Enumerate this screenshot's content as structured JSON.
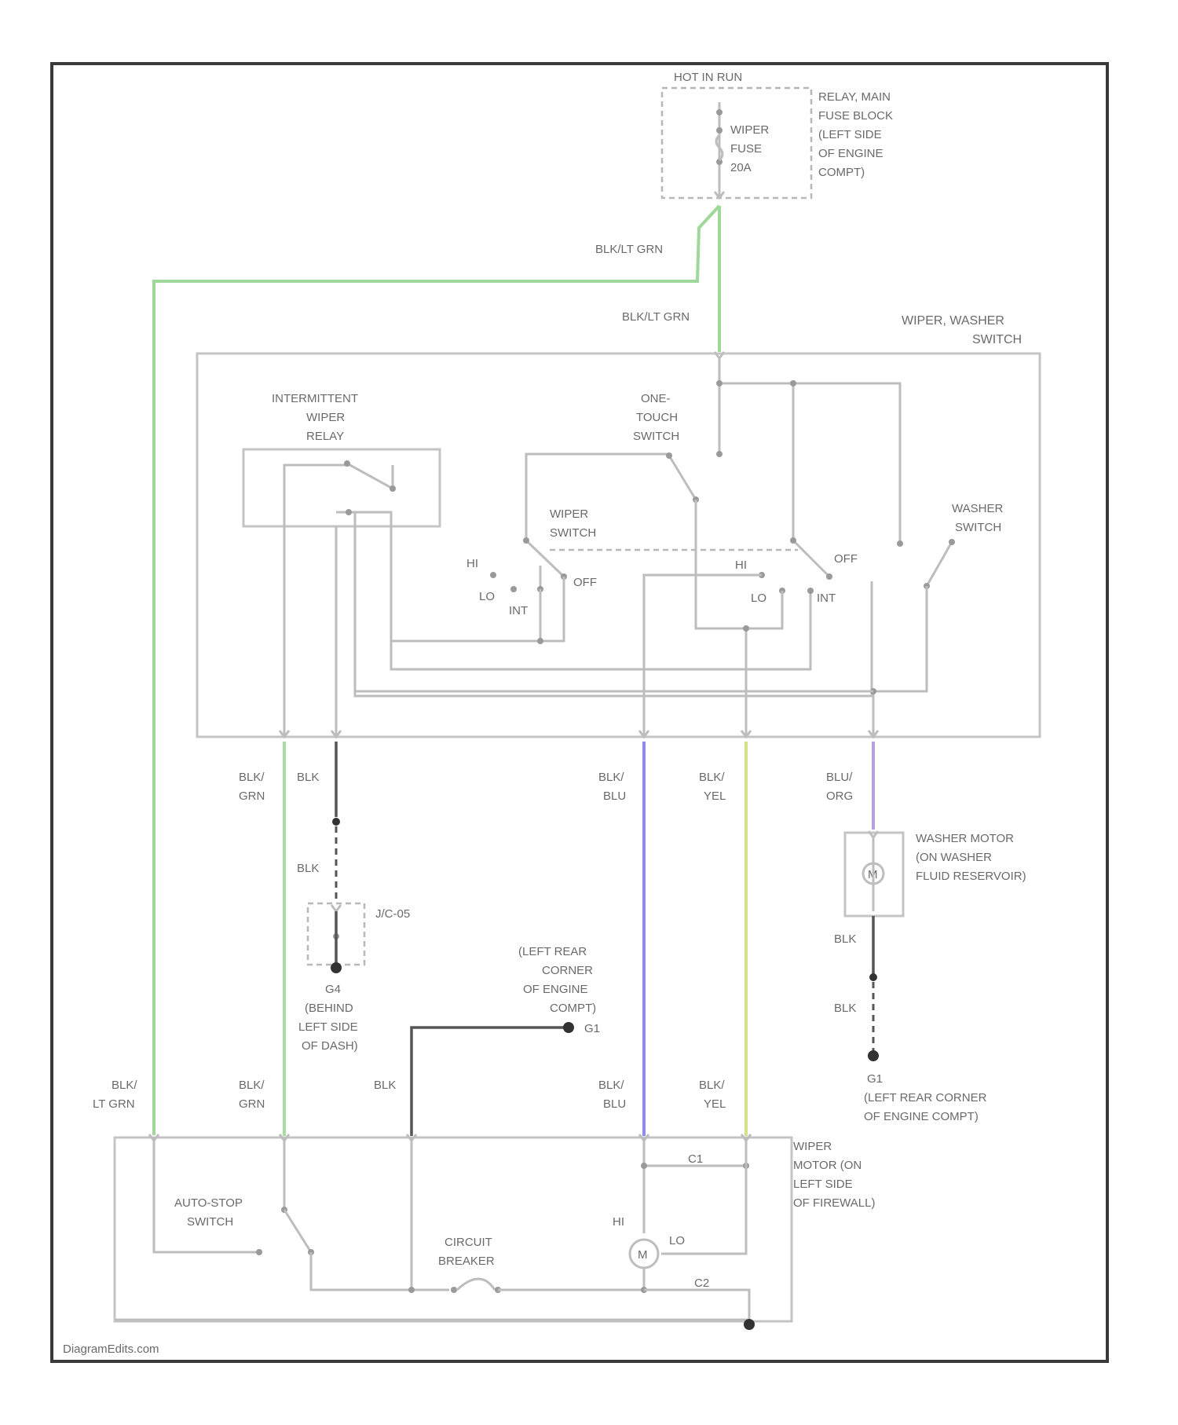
{
  "colors": {
    "frame": "#3a3a3a",
    "wire_gray": "#bdbdbd",
    "wire_black": "#555555",
    "wire_lt_grn": "#9fd89a",
    "wire_grn": "#a9dca4",
    "wire_blu": "#8c8cec",
    "wire_yel": "#d6df8a",
    "wire_org": "#b7a0e0"
  },
  "fuse_block": {
    "hot": "HOT IN RUN",
    "label": [
      "RELAY, MAIN",
      "FUSE BLOCK",
      "(LEFT SIDE",
      "OF ENGINE",
      "COMPT)"
    ],
    "fuse": [
      "WIPER",
      "FUSE",
      "20A"
    ]
  },
  "wires": {
    "blk_lt_grn_1": "BLK/LT GRN",
    "blk_lt_grn_2": "BLK/LT GRN"
  },
  "wiper_washer_switch": {
    "title": [
      "WIPER, WASHER",
      "SWITCH"
    ],
    "relay": [
      "INTERMITTENT",
      "WIPER",
      "RELAY"
    ],
    "one_touch": [
      "ONE-",
      "TOUCH",
      "SWITCH"
    ],
    "wiper_switch": [
      "WIPER",
      "SWITCH"
    ],
    "washer_switch": [
      "WASHER",
      "SWITCH"
    ],
    "pos_hi": "HI",
    "pos_lo": "LO",
    "pos_int": "INT",
    "pos_off": "OFF"
  },
  "harness": {
    "blk_grn": [
      "BLK/",
      "GRN"
    ],
    "blk": "BLK",
    "blk_blu": [
      "BLK/",
      "BLU"
    ],
    "blk_yel": [
      "BLK/",
      "YEL"
    ],
    "blu_org": [
      "BLU/",
      "ORG"
    ]
  },
  "jc": {
    "label": "J/C-05",
    "blk": "BLK",
    "ground": [
      "G4",
      "(BEHIND",
      "LEFT SIDE",
      "OF DASH)"
    ]
  },
  "washer_motor": {
    "label": [
      "WASHER MOTOR",
      "(ON WASHER",
      "FLUID RESERVOIR)"
    ],
    "blk1": "BLK",
    "blk2": "BLK",
    "ground": [
      "G1",
      "(LEFT REAR CORNER",
      "OF ENGINE COMPT)"
    ]
  },
  "g1_upper": {
    "label": [
      "(LEFT REAR",
      "CORNER",
      "OF ENGINE",
      "COMPT)"
    ],
    "tag": "G1"
  },
  "lower": {
    "blk_lt_grn": [
      "BLK/",
      "LT GRN"
    ],
    "blk_grn": [
      "BLK/",
      "GRN"
    ],
    "blk": "BLK",
    "blk_blu": [
      "BLK/",
      "BLU"
    ],
    "blk_yel": [
      "BLK/",
      "YEL"
    ]
  },
  "wiper_motor": {
    "label": [
      "WIPER",
      "MOTOR (ON",
      "LEFT SIDE",
      "OF FIREWALL)"
    ],
    "autostop": [
      "AUTO-STOP",
      "SWITCH"
    ],
    "breaker": [
      "CIRCUIT",
      "BREAKER"
    ],
    "hi": "HI",
    "lo": "LO",
    "m": "M",
    "c1": "C1",
    "c2": "C2"
  },
  "footer": "DiagramEdits.com"
}
